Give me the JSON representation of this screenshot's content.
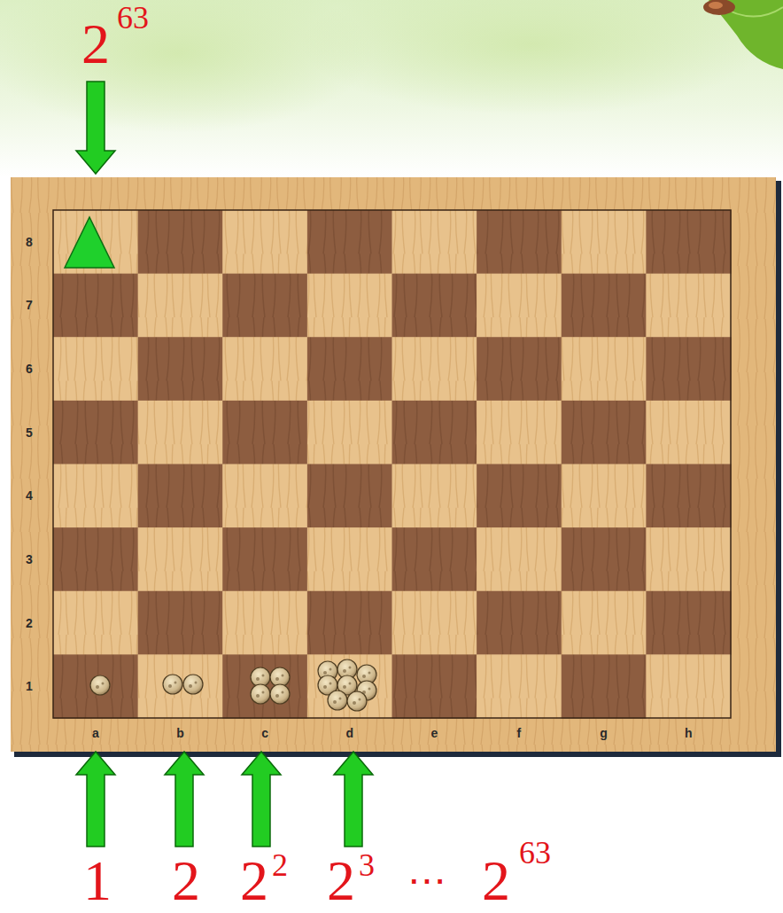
{
  "diagram": {
    "labels": [
      "2",
      "63",
      "8",
      "7",
      "6",
      "5",
      "4",
      "3",
      "2",
      "1",
      "a",
      "b",
      "c",
      "d",
      "e",
      "f",
      "g",
      "h",
      "1",
      "2",
      "2",
      "2",
      "2",
      "3",
      "⋯",
      "2",
      "63"
    ]
  }
}
